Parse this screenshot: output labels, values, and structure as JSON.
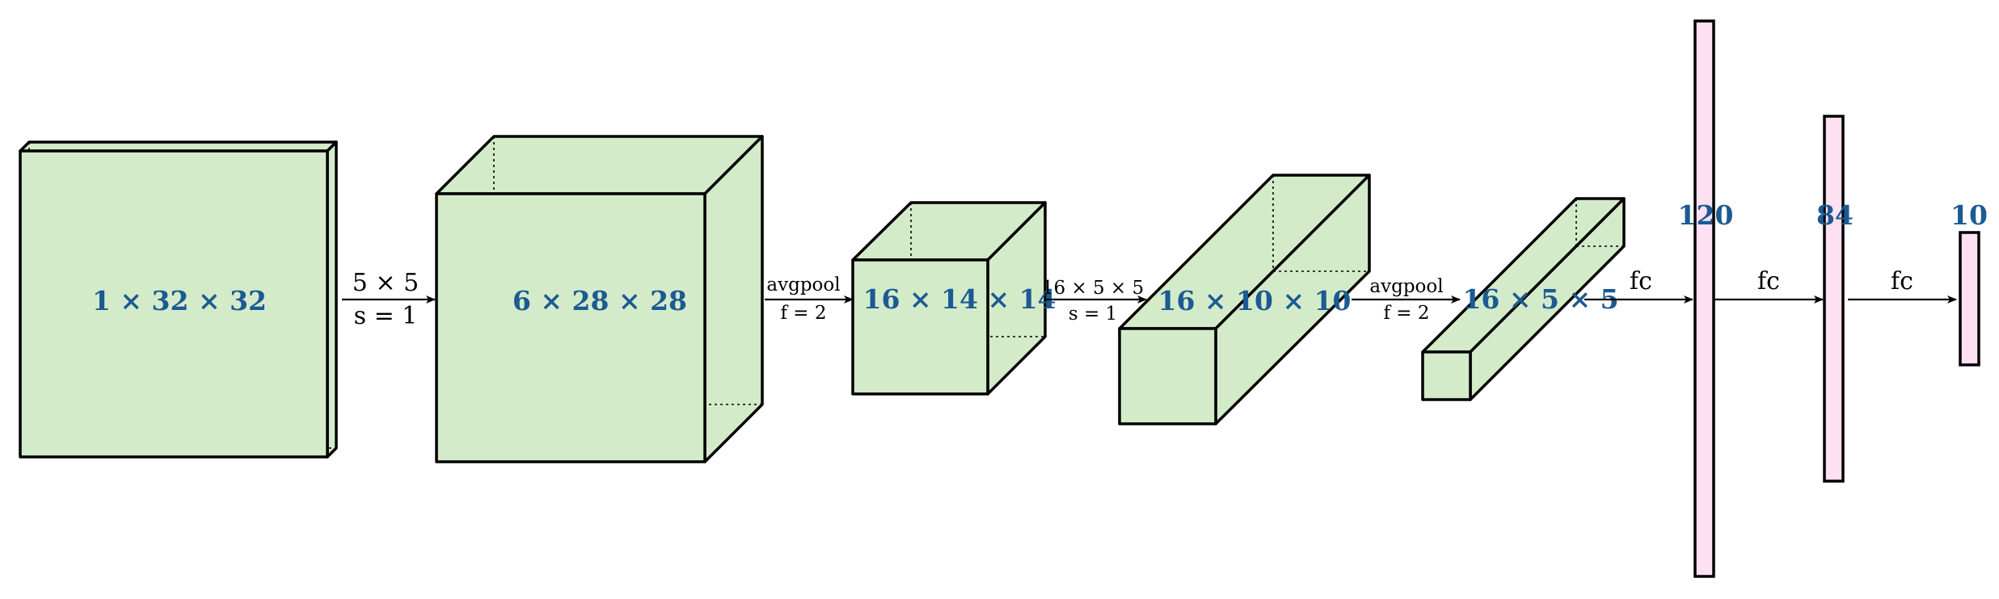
{
  "layers": [
    {
      "label": "1 × 32 × 32"
    },
    {
      "label": "6 × 28 × 28"
    },
    {
      "label": "16 × 14 × 14"
    },
    {
      "label": "16 × 10 × 10"
    },
    {
      "label": "16 × 5 × 5"
    },
    {
      "label": "120"
    },
    {
      "label": "84"
    },
    {
      "label": "10"
    }
  ],
  "operations": [
    {
      "top": "5 × 5",
      "bottom": "s = 1"
    },
    {
      "top": "avgpool",
      "bottom": "f = 2"
    },
    {
      "top": "16 × 5 × 5",
      "bottom": "s = 1"
    },
    {
      "top": "avgpool",
      "bottom": "f = 2"
    },
    {
      "top": "fc"
    },
    {
      "top": "fc"
    },
    {
      "top": "fc"
    }
  ],
  "colors": {
    "volume_fill": "#d3ebc9",
    "fc_fill": "#fde0f2",
    "label_color": "#1c5a93"
  }
}
